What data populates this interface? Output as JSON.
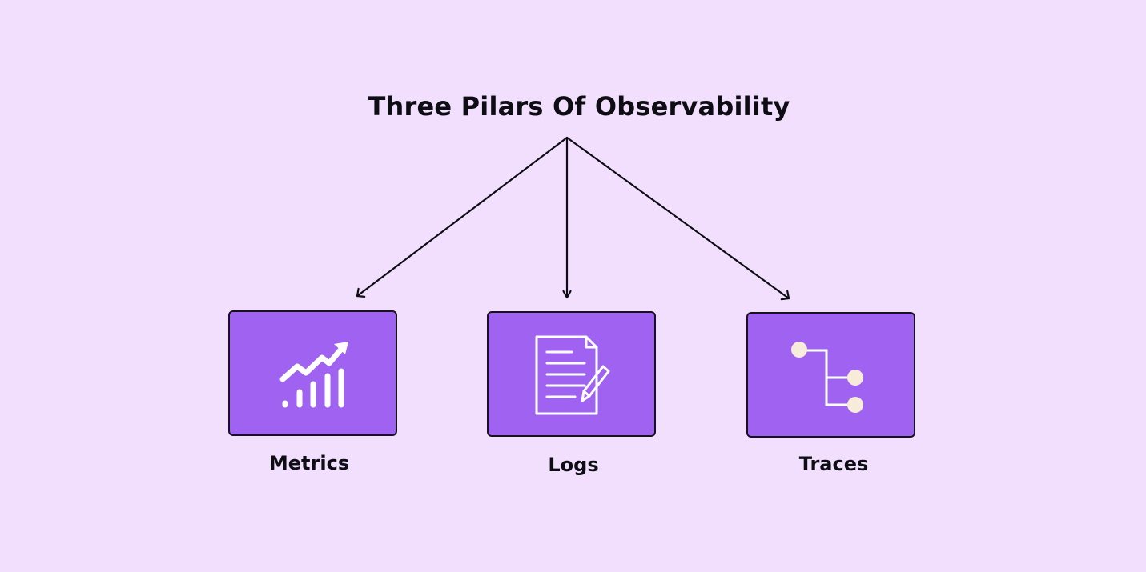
{
  "title": "Three Pilars Of Observability",
  "pillars": [
    {
      "label": "Metrics",
      "icon": "trending-bar-chart-icon"
    },
    {
      "label": "Logs",
      "icon": "document-edit-icon"
    },
    {
      "label": "Traces",
      "icon": "trace-tree-icon"
    }
  ],
  "colors": {
    "background": "#f1dffd",
    "box_fill": "#a062f1",
    "box_border": "#17131d",
    "icon": "#ffffff",
    "trace_dot": "#f7ecd9",
    "text": "#0e0d14",
    "arrow": "#0e0d14"
  }
}
